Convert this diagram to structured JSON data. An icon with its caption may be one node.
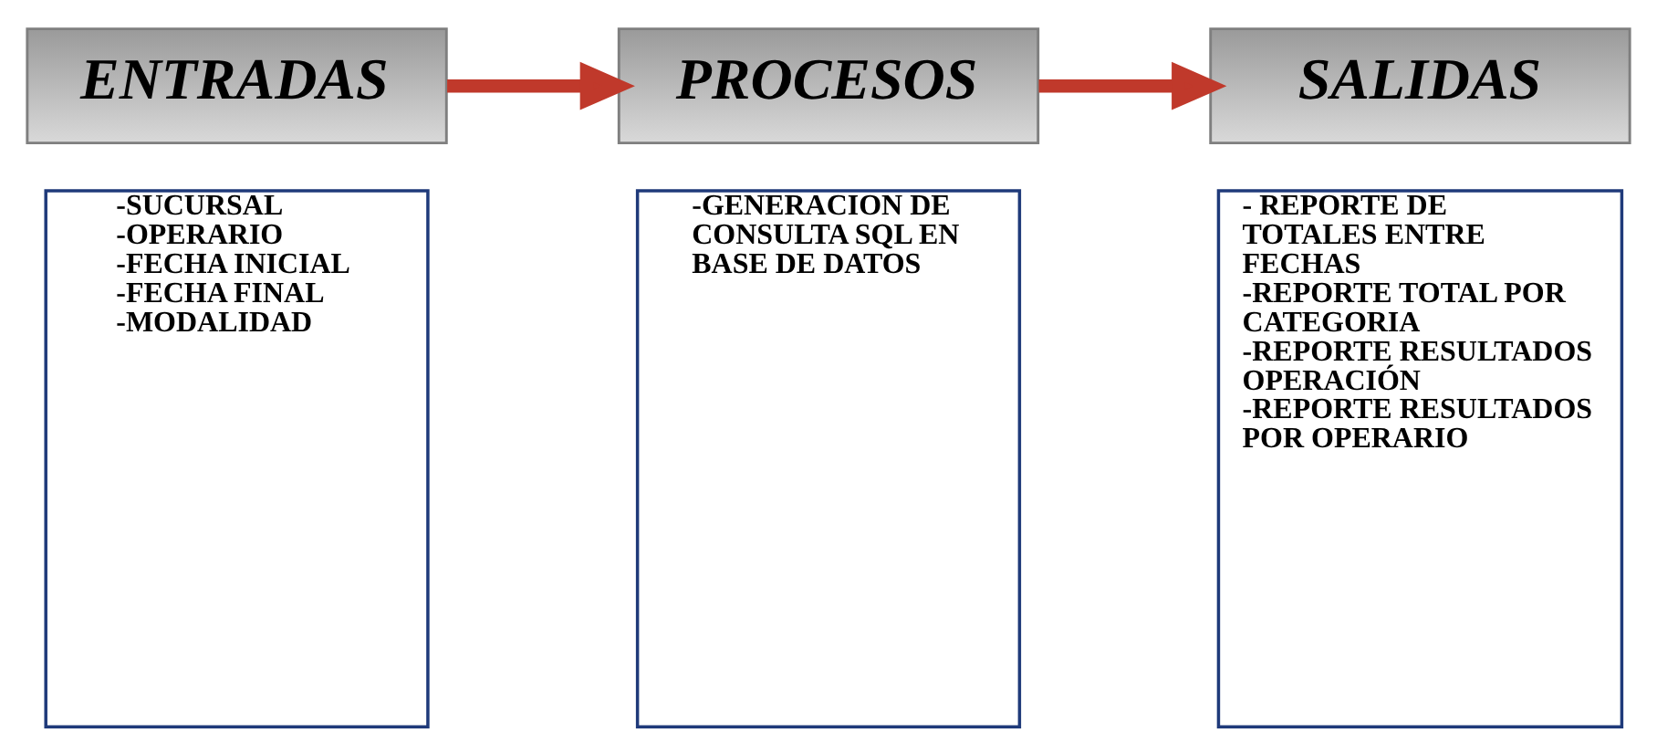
{
  "diagram": {
    "nodes": [
      {
        "text": [
          "ENTRADAS"
        ]
      },
      {
        "text": [
          "PROCESOS"
        ]
      },
      {
        "text": [
          "SALIDAS"
        ]
      },
      {
        "text": [
          "-SUCURSAL",
          "-OPERARIO",
          "-FECHA INICIAL",
          "-FECHA FINAL",
          "-MODALIDAD"
        ]
      },
      {
        "text": [
          "-GENERACION DE CONSULTA SQL EN BASE DE DATOS"
        ]
      },
      {
        "text": [
          "- REPORTE DE TOTALES ENTRE FECHAS",
          "-REPORTE TOTAL POR CATEGORIA",
          "-REPORTE RESULTADOS OPERACIÓN",
          "-REPORTE RESULTADOS POR OPERARIO"
        ]
      }
    ],
    "edges": [
      {
        "from": 0,
        "to": 1,
        "arrow": "to"
      },
      {
        "from": 1,
        "to": 2,
        "arrow": "to"
      }
    ]
  }
}
